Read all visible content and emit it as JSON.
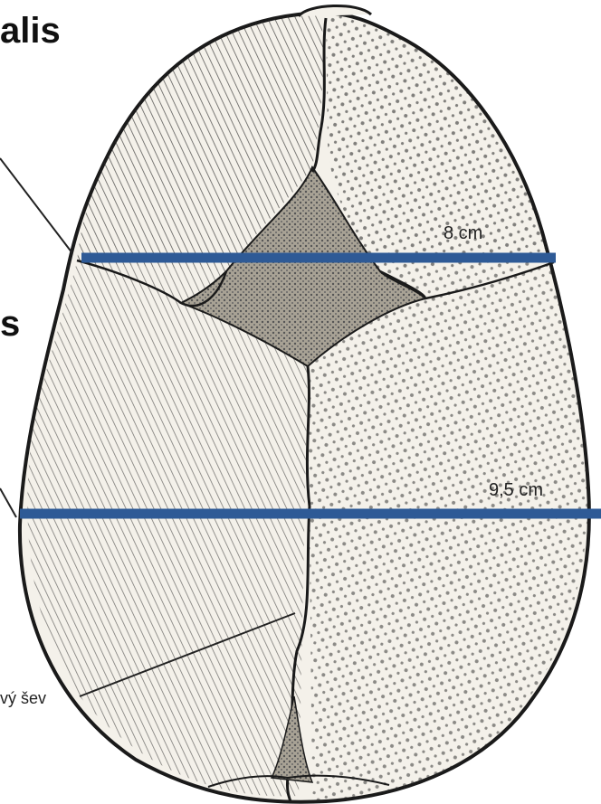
{
  "labels": {
    "top_label": "alis",
    "middle_label": "s",
    "measure_upper": "8 cm",
    "measure_lower": "9,5 cm",
    "suture_label": "vý šev"
  },
  "colors": {
    "measure_line": "#2e5a96",
    "bone_fill": "#f4f1ea",
    "bone_stroke": "#1a1a1a",
    "fontanelle_fill": "#9a948a"
  }
}
